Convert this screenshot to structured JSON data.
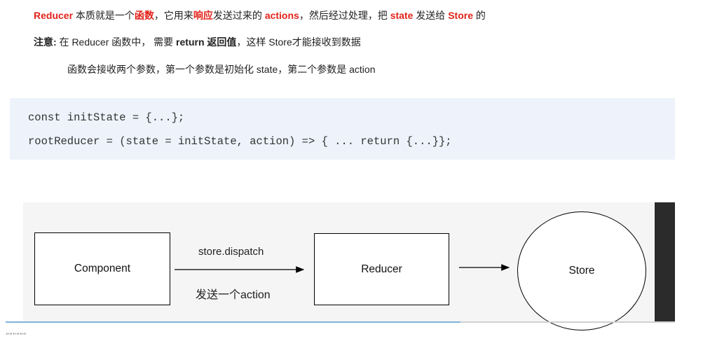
{
  "text": {
    "line1": {
      "p1": "Reducer",
      "p2": " 本质就是一个",
      "p3": "函数",
      "p4": "，它用来",
      "p5": "响应",
      "p6": "发送过来的 ",
      "p7": "actions",
      "p8": "，然后经过处理，把 ",
      "p9": "state",
      "p10": " 发送给 ",
      "p11": "Store",
      "p12": " 的"
    },
    "line2": {
      "p1": "注意:",
      "p2": " 在 Reducer 函数中， 需要 ",
      "p3": "return 返回值",
      "p4": "，这样 Store才能接收到数据"
    },
    "line3": "函数会接收两个参数，第一个参数是初始化 state，第二个参数是 action"
  },
  "code": {
    "line1": "const initState = {...};",
    "line2": "rootReducer = (state = initState, action) => { ... return {...}};"
  },
  "diagram": {
    "component": "Component",
    "dispatch": "store.dispatch",
    "send": "发送一个action",
    "reducer": "Reducer",
    "store": "Store"
  },
  "progress": {
    "fraction": 0.68
  },
  "footer": {
    "quotes": "\"\"\"\"\"\""
  },
  "colors": {
    "accent_red": "#e2231a",
    "code_bg": "#eef3fb",
    "progress": "#7fb2dd"
  }
}
